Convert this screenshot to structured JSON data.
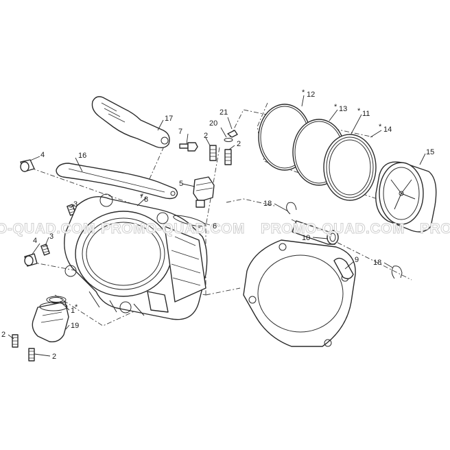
{
  "watermark": "PROMO-QUAD.COM",
  "watermark_fragments": {
    "left": "O-QUAD.COM",
    "center": "PROMO-QUAD.COM",
    "right": "PROMO-QUAD.COM",
    "edge": "PROMO-"
  },
  "callouts": {
    "c1": "1",
    "c2a": "2",
    "c2b": "2",
    "c2c": "2",
    "c2d": "2",
    "c3a": "3",
    "c3b": "3",
    "c4a": "4",
    "c4b": "4",
    "c5": "5",
    "c6": "6",
    "c7": "7",
    "c8": "8",
    "c9": "9",
    "c10": "10",
    "c11": "11",
    "c12": "12",
    "c13": "13",
    "c14": "14",
    "c15": "15",
    "c16": "16",
    "c17": "17",
    "c18a": "18",
    "c18b": "18",
    "c19": "19",
    "c20": "20",
    "c21": "21"
  },
  "asterisk": "*",
  "colors": {
    "line": "#2a2a2a",
    "watermark_outline": "#c9c9c9",
    "background": "#ffffff"
  }
}
